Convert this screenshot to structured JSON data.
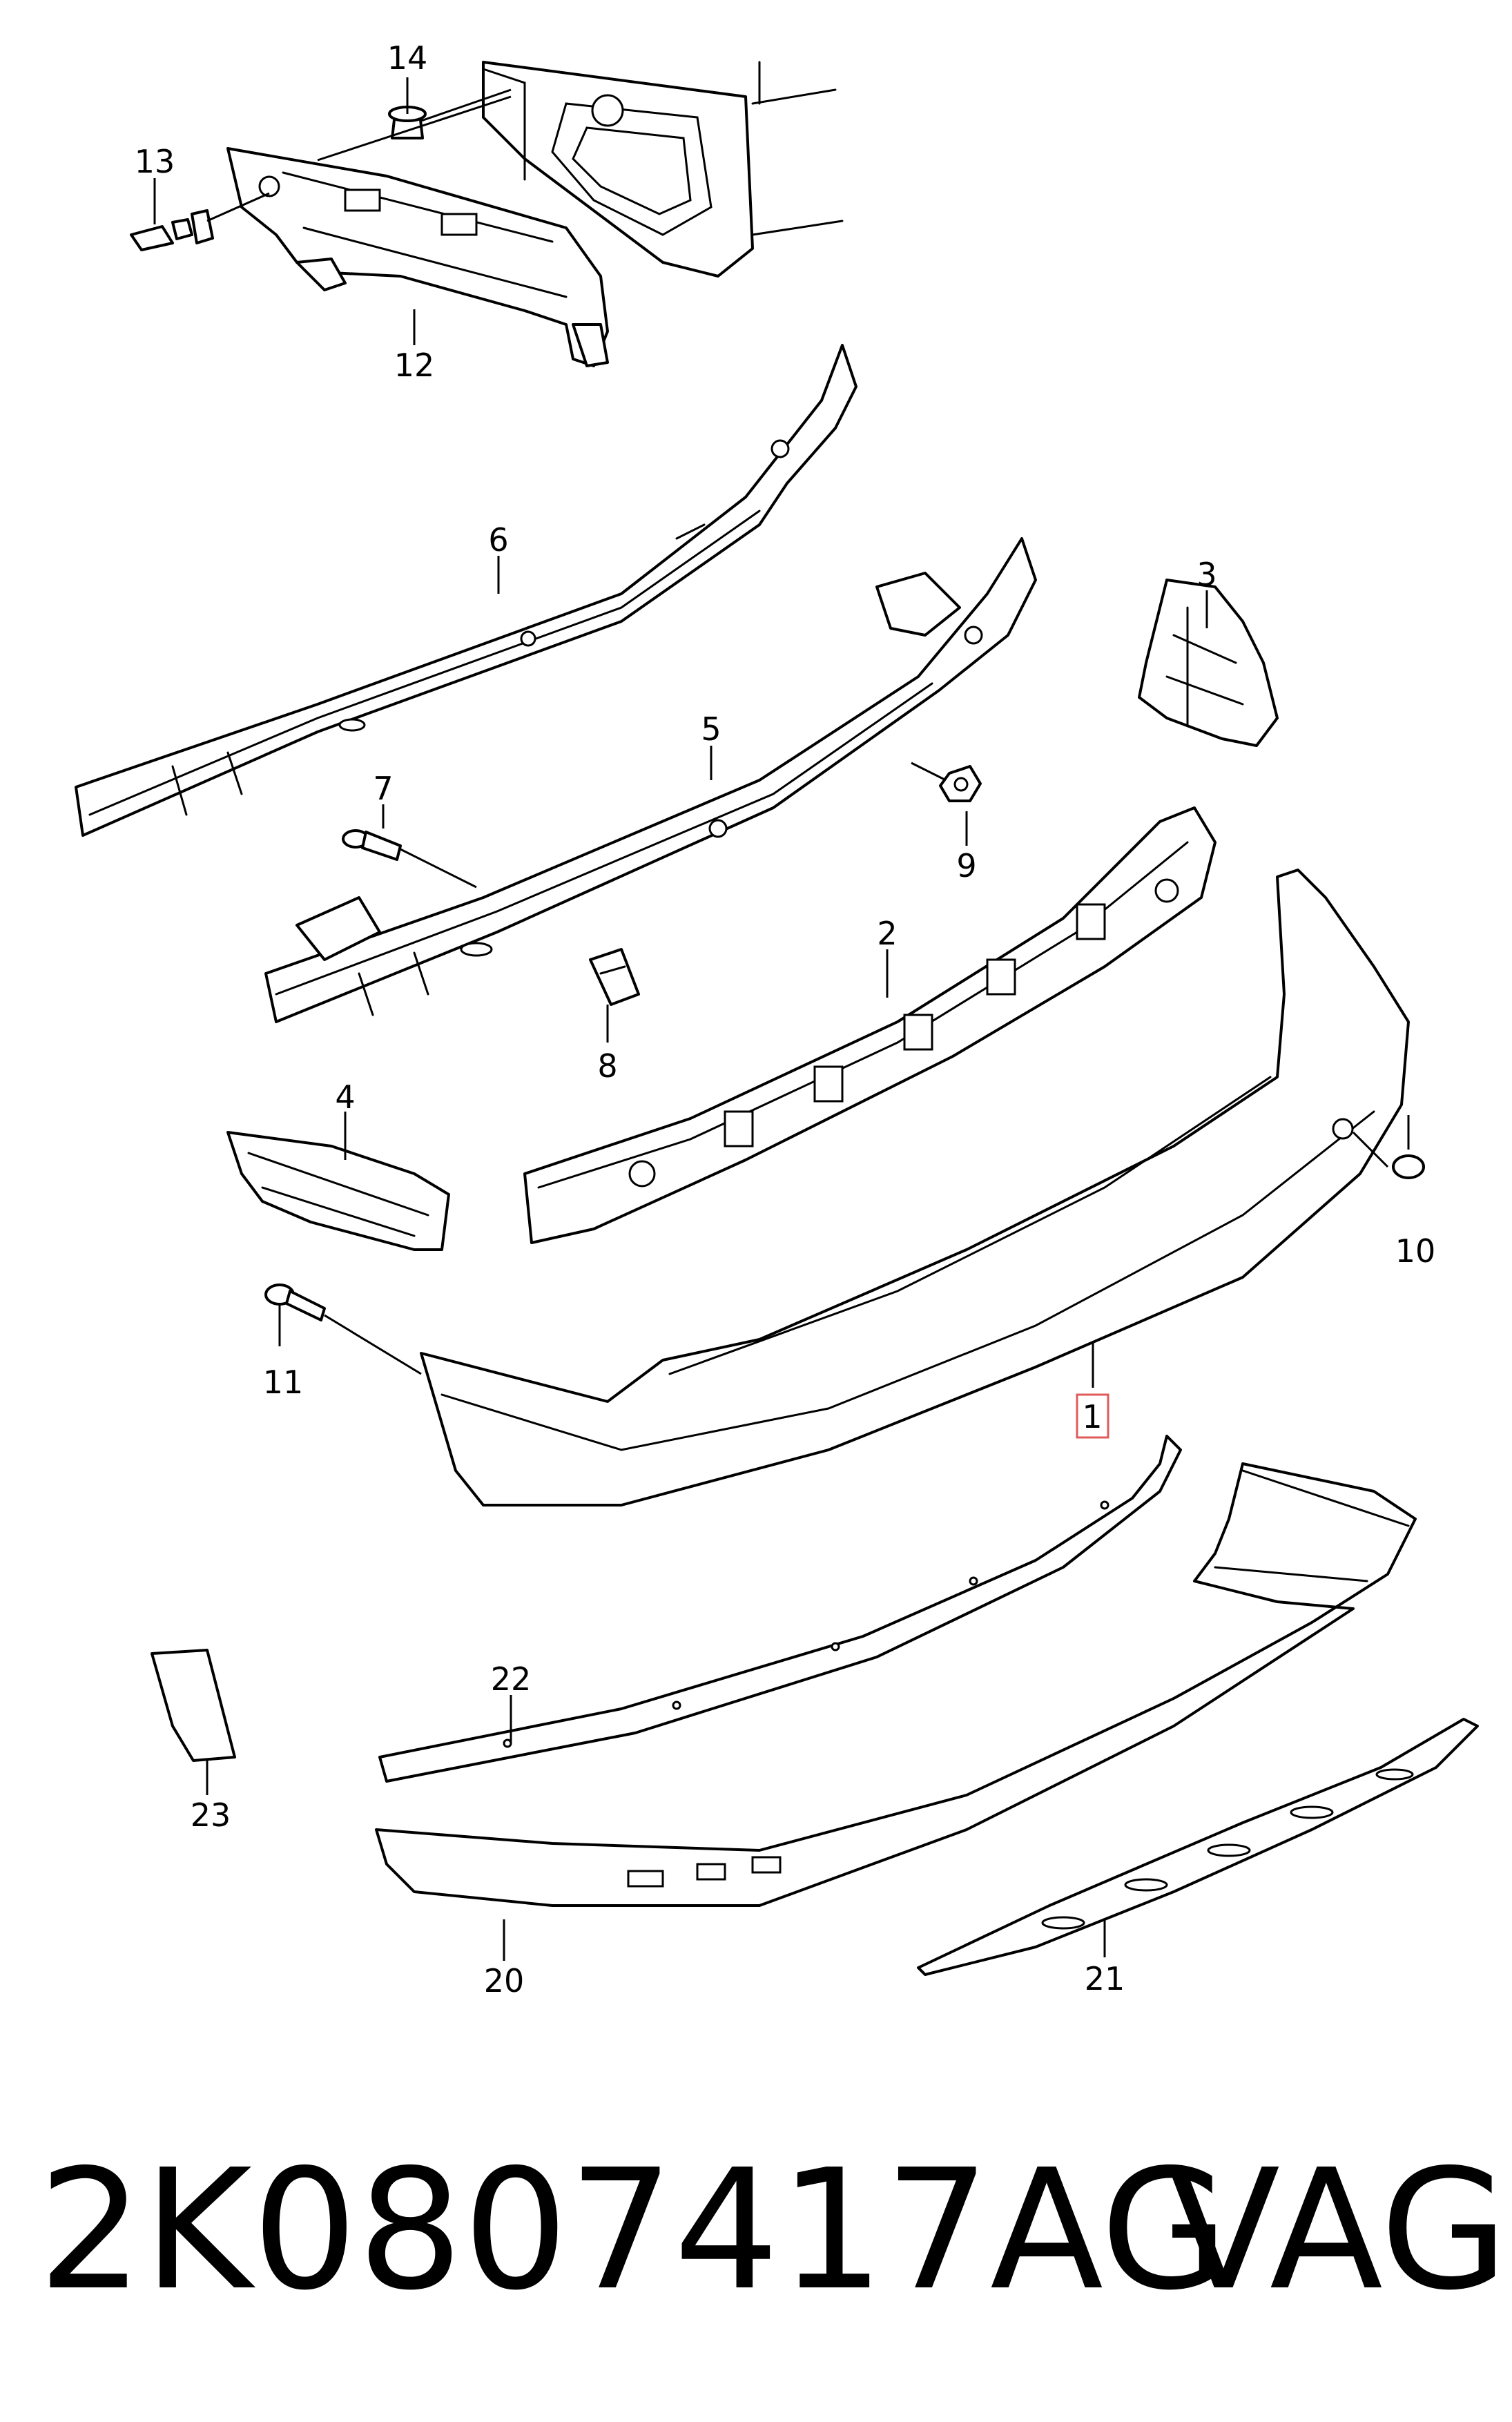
{
  "diagram": {
    "callouts": [
      "1",
      "2",
      "3",
      "4",
      "5",
      "6",
      "7",
      "8",
      "9",
      "10",
      "11",
      "12",
      "13",
      "14",
      "20",
      "21",
      "22",
      "23"
    ],
    "highlighted_callout": "1",
    "highlight_color": "#e05a5a"
  },
  "caption": {
    "part_number": "2K0807417AG",
    "brand": "VAG"
  }
}
